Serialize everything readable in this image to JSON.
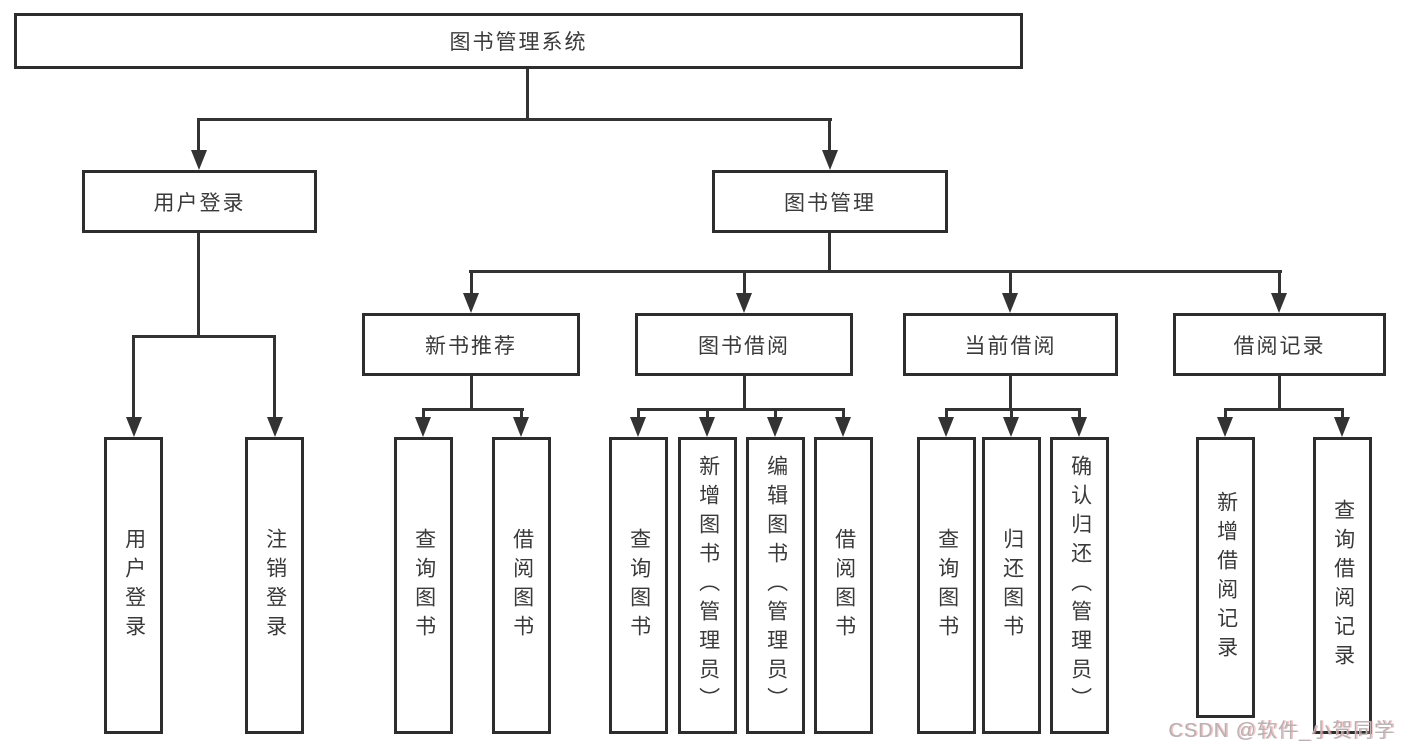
{
  "diagram": {
    "root": {
      "label": "图书管理系统"
    },
    "level1": [
      {
        "id": "user-login",
        "label": "用户登录"
      },
      {
        "id": "book-management",
        "label": "图书管理"
      }
    ],
    "level2": [
      {
        "id": "new-book-recommend",
        "label": "新书推荐"
      },
      {
        "id": "book-borrow",
        "label": "图书借阅"
      },
      {
        "id": "current-borrow",
        "label": "当前借阅"
      },
      {
        "id": "borrow-records",
        "label": "借阅记录"
      }
    ],
    "leaves": [
      {
        "group": "user-login",
        "label": "用户登录"
      },
      {
        "group": "user-login",
        "label": "注销登录"
      },
      {
        "group": "new-book-recommend",
        "label": "查询图书"
      },
      {
        "group": "new-book-recommend",
        "label": "借阅图书"
      },
      {
        "group": "book-borrow",
        "label": "查询图书"
      },
      {
        "group": "book-borrow",
        "label": "新增图书（管理员）"
      },
      {
        "group": "book-borrow",
        "label": "编辑图书（管理员）"
      },
      {
        "group": "book-borrow",
        "label": "借阅图书"
      },
      {
        "group": "current-borrow",
        "label": "查询图书"
      },
      {
        "group": "current-borrow",
        "label": "归还图书"
      },
      {
        "group": "current-borrow",
        "label": "确认归还（管理员）"
      },
      {
        "group": "borrow-records",
        "label": "新增借阅记录"
      },
      {
        "group": "borrow-records",
        "label": "查询借阅记录"
      }
    ]
  },
  "watermark": {
    "text": "CSDN @软件_小贺同学"
  },
  "colors": {
    "line": "#333333",
    "box_border": "#2d2d2d",
    "text": "#3a3a3a",
    "watermark": "#b8b1b3",
    "watermark_fringe": "#ee a0a0",
    "background": "#ffffff"
  }
}
